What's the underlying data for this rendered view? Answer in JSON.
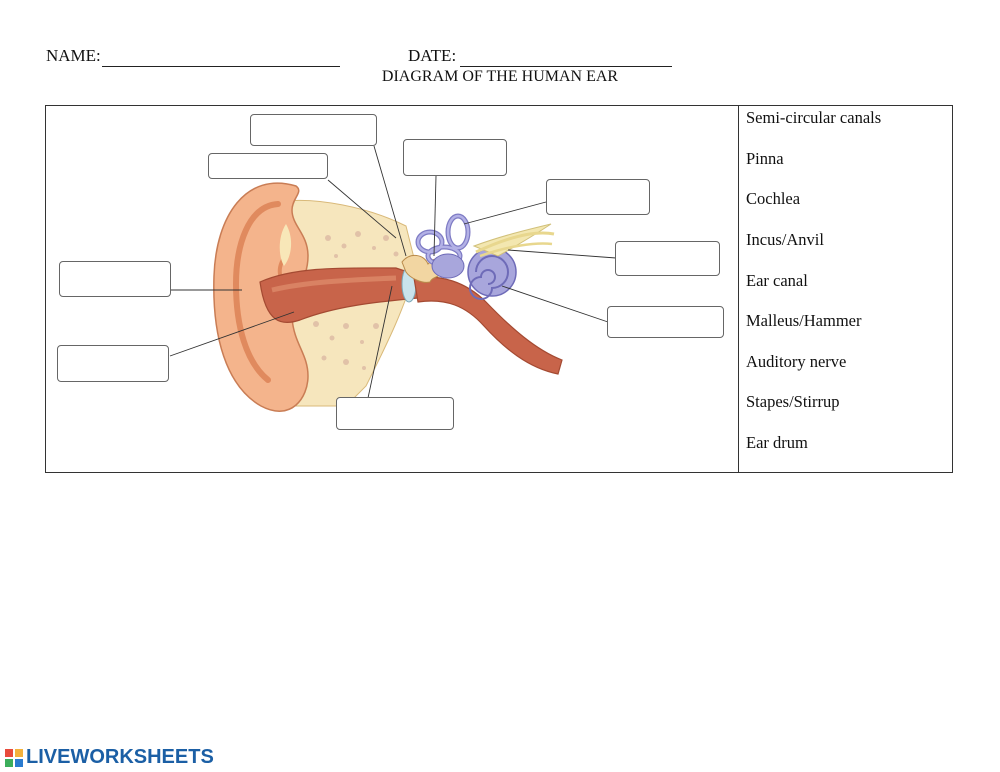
{
  "header": {
    "name_label": "NAME:",
    "date_label": "DATE:",
    "title": "DIAGRAM OF THE HUMAN EAR"
  },
  "word_bank": [
    "Semi-circular canals",
    "Pinna",
    "Cochlea",
    "Incus/Anvil",
    "Ear canal",
    "Malleus/Hammer",
    "Auditory nerve",
    "Stapes/Stirrup",
    "Ear drum"
  ],
  "answer_boxes": [
    {
      "id": "top-left",
      "value": ""
    },
    {
      "id": "upper-left",
      "value": ""
    },
    {
      "id": "top-middle",
      "value": ""
    },
    {
      "id": "top-right",
      "value": ""
    },
    {
      "id": "right-upper",
      "value": ""
    },
    {
      "id": "right-lower",
      "value": ""
    },
    {
      "id": "left-upper",
      "value": ""
    },
    {
      "id": "left-lower",
      "value": ""
    },
    {
      "id": "bottom",
      "value": ""
    }
  ],
  "colors": {
    "pinna": "#f4b48c",
    "pinna_dark": "#e8956a",
    "canal": "#c8644a",
    "bone": "#f3e4b8",
    "inner_ear": "#a8a6dc",
    "nerve": "#f3e7b0",
    "brand": "#1b5fa5"
  },
  "footer": {
    "brand": "LIVEWORKSHEETS",
    "icon": "liveworksheets-logo-icon"
  }
}
